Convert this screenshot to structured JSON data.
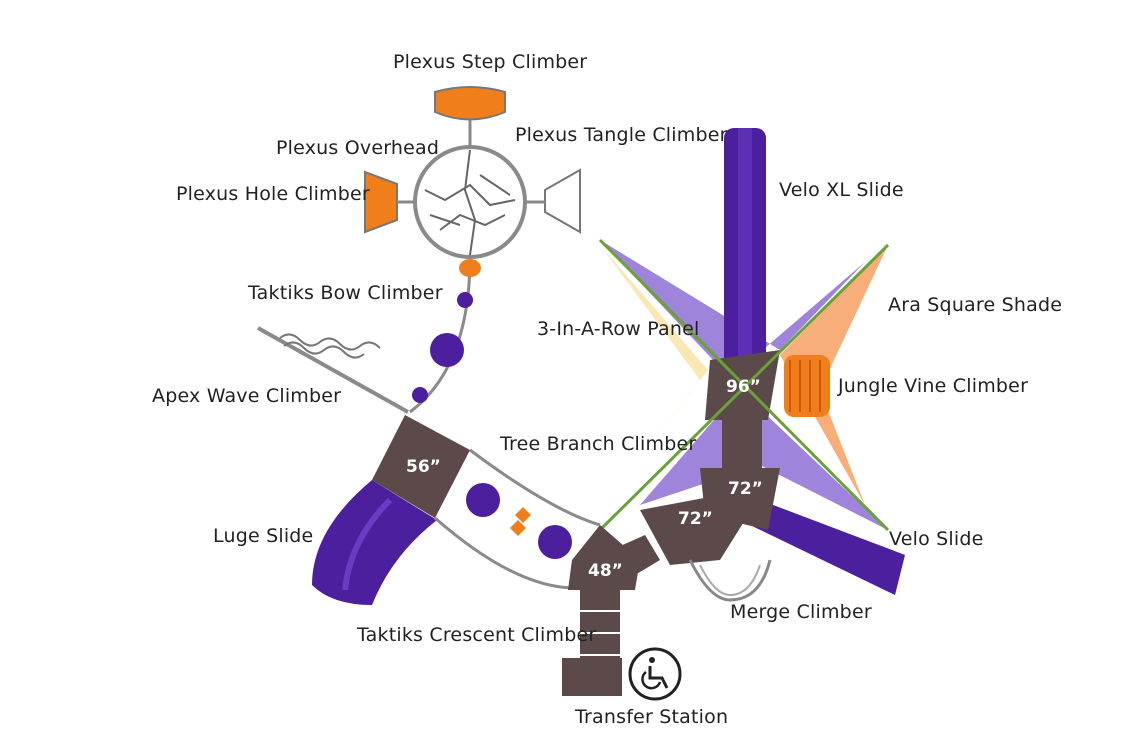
{
  "labels": {
    "plexus_step_climber": "Plexus Step Climber",
    "plexus_tangle_climber": "Plexus Tangle Climber",
    "plexus_overhead": "Plexus Overhead",
    "plexus_hole_climber": "Plexus Hole Climber",
    "velo_xl_slide": "Velo XL Slide",
    "taktiks_bow_climber": "Taktiks Bow Climber",
    "ara_square_shade": "Ara Square Shade",
    "three_in_a_row_panel": "3-In-A-Row Panel",
    "jungle_vine_climber": "Jungle Vine Climber",
    "apex_wave_climber": "Apex Wave Climber",
    "tree_branch_climber": "Tree Branch Climber",
    "luge_slide": "Luge Slide",
    "velo_slide": "Velo Slide",
    "merge_climber": "Merge Climber",
    "taktiks_crescent_climber": "Taktiks Crescent Climber",
    "transfer_station": "Transfer Station"
  },
  "deck_heights": {
    "deck_56": "56”",
    "deck_96": "96”",
    "deck_72_upper": "72”",
    "deck_72_lower": "72”",
    "deck_48": "48”"
  },
  "colors": {
    "deck": "#5c4a4a",
    "purple": "#4b1f9e",
    "purple_shade": "#8d6fd3",
    "orange": "#f07e1b",
    "orange_shade": "#f6a56a",
    "yellow_shade": "#f8e4a6",
    "pole_green": "#6aa237",
    "metal": "#8a8a8a"
  },
  "icons": {
    "accessibility": "wheelchair-icon"
  }
}
